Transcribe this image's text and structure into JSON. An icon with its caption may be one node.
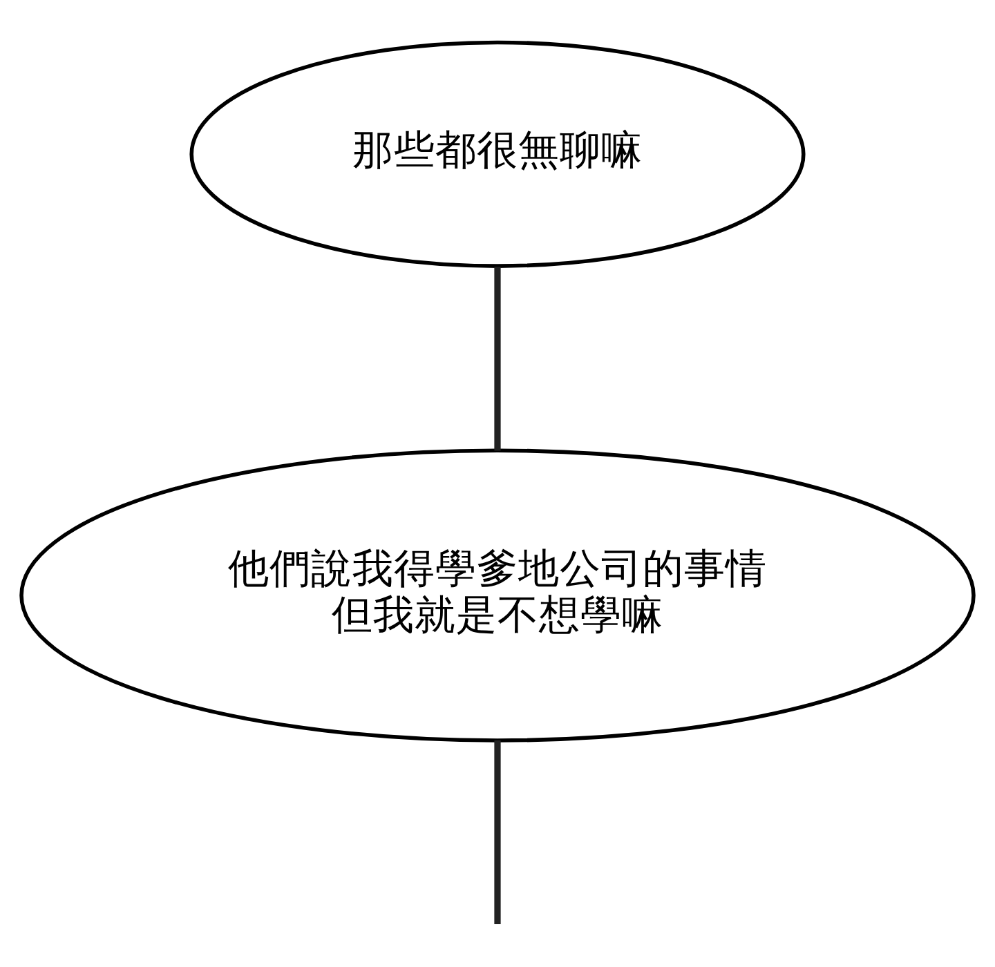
{
  "diagram": {
    "nodes": [
      {
        "text": [
          "那些都很無聊嘛"
        ]
      },
      {
        "text": [
          "他們說我得學爹地公司的事情但我就是不想學嘛"
        ]
      }
    ],
    "edges": [
      {
        "from": 0,
        "to": 1,
        "arrow": "none"
      },
      {
        "from": 1,
        "to": null,
        "arrow": "none"
      }
    ]
  }
}
